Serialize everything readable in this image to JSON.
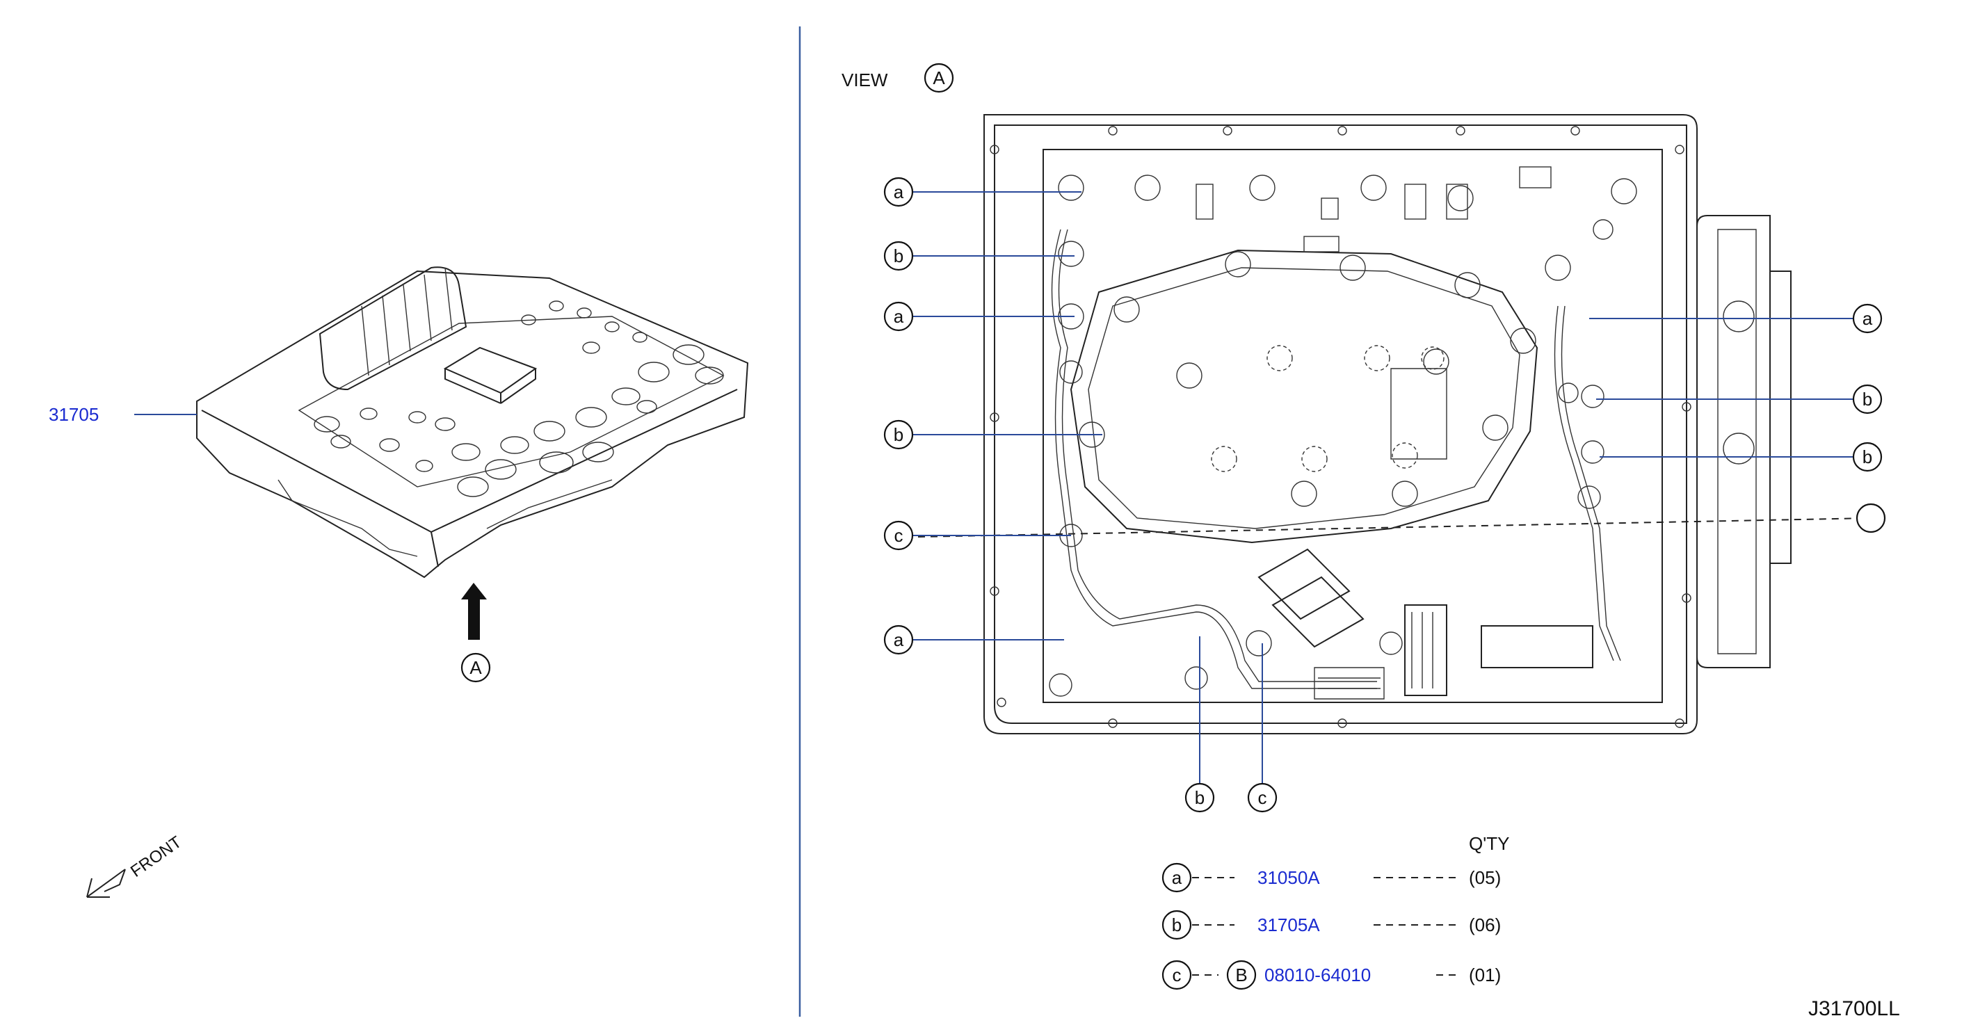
{
  "left_panel": {
    "part_number": "31705",
    "view_marker": "A",
    "front_label": "FRONT"
  },
  "right_panel": {
    "view_label": "VIEW",
    "view_marker": "A",
    "callouts": {
      "a": "a",
      "b": "b",
      "c": "c"
    }
  },
  "qty_table": {
    "header": "Q'TY",
    "rows": [
      {
        "letter": "a",
        "ref": "",
        "part": "31050A",
        "qty": "(05)"
      },
      {
        "letter": "b",
        "ref": "",
        "part": "31705A",
        "qty": "(06)"
      },
      {
        "letter": "c",
        "ref": "B",
        "part": "08010-64010",
        "qty": "(01)"
      }
    ]
  },
  "diagram_code": "J31700LL"
}
